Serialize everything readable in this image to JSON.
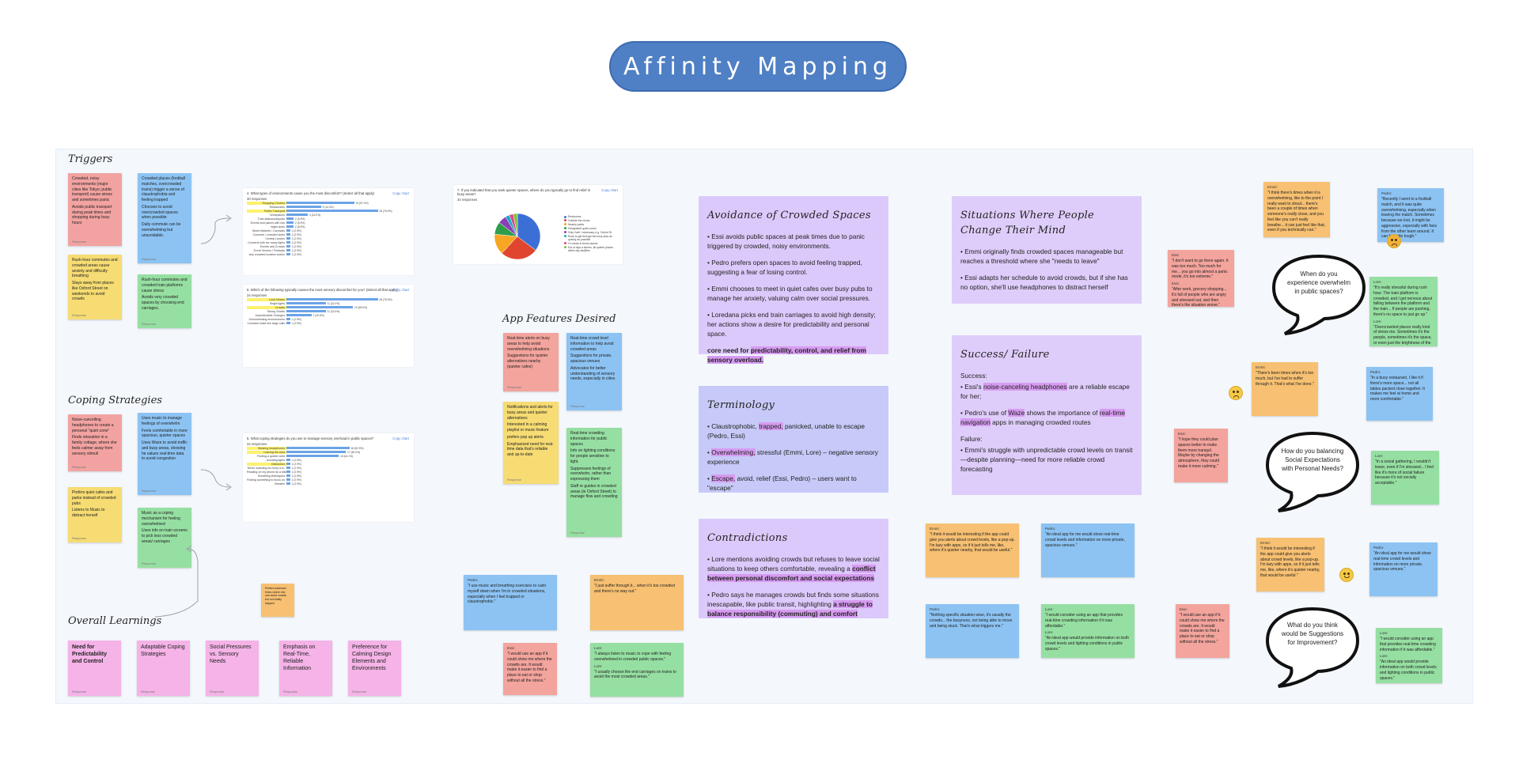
{
  "title": "Affinity Mapping",
  "sections": {
    "triggers": "Triggers",
    "coping": "Coping Strategies",
    "learnings": "Overall Learnings",
    "features": "App Features Desired"
  },
  "notes": {
    "t1": "Crowded, noisy environments (major cities like Tokyo; public transport) cause stress and sometimes panic",
    "t1b": "Avoids public transport during peak times and shopping during busy hours",
    "t2": "Crowded places (football matches, overcrowded trains) trigger a sense of claustrophobia and feeling trapped",
    "t2b": "Chooses to avoid overcrowded spaces when possible",
    "t2c": "Daily commute can be overwhelming but unavoidable.",
    "t3": "Rush-hour commutes and crowded areas cause anxiety and difficulty breathing",
    "t3b": "Stays away from places like Oxford Street on weekends to avoid crowds",
    "t4": "Rush-hour commutes and crowded train platforms cause stress",
    "t4b": "Avoids very crowded spaces by choosing end carriages.",
    "c1": "Noise-cancelling headphones to create a personal \"quiet zone\"",
    "c1b": "Finds relaxation in a family cottage, where she feels calmer away from sensory stimuli",
    "c2": "Uses music to manage feelings of overwhelm",
    "c2b": "Feels comfortable in more spacious, quieter spaces",
    "c2c": "Uses Waze to avoid traffic and busy areas, showing he values real-time data to avoid congestion",
    "c3": "Prefers quiet cafes and parks instead of crowded pubs",
    "c3b": "Listens to Music to distract herself",
    "c4": "Music as a coping mechanism for feeling overwhelmed",
    "c4b": "Uses info on train screens to pick less crowded areas/ carriages",
    "c5": "Prefers balanced times where she can avoid crowds but not totally trapped",
    "f1": "Real-time alerts on busy areas to help avoid overwhelming situations",
    "f1b": "Suggestions for quieter alternatives nearby (quieter cafes)",
    "f2": "Real-time crowd level information to help avoid crowded areas",
    "f2b": "Suggestions for private, spacious venues",
    "f2c": "Advocates for better understanding of sensory needs, especially in cities",
    "f3": "Notifications and alerts for busy areas and quieter alternatives",
    "f3b": "Interested in a calming playlist or music feature",
    "f3c": "prefers pop up alerts",
    "f3d": "Emphasized need for real-time data that's reliable and up-to-date",
    "f4": "Real-time crowding information for public spaces",
    "f4b": "Info on lighting conditions for people sensitive to light.",
    "f4c": "Suppresses feelings of overwhelm, rather than expressing them",
    "f4d": "Staff or guides in crowded areas (ie Oxford Street) to manage flow and crowding"
  },
  "learnings": [
    "Need for Predictability and Control",
    "Adaptable Coping Strategies",
    "Social Pressures vs. Sensory Needs",
    "Emphasis on Real-Time, Reliable Information",
    "Preference for Calming Design Elements and Environments"
  ],
  "surveys": {
    "s1": {
      "q": "4. What types of environments cause you the most discomfort? (Select all that apply)",
      "n": "30 responses",
      "copy": "Copy chart",
      "rows": [
        [
          "Shopping Centers",
          "19 (57.0%)",
          57,
          true
        ],
        [
          "Restaurants",
          "9 (14.3%)",
          29,
          false
        ],
        [
          "Public Transport",
          "26 (76.5%)",
          77,
          true
        ],
        [
          "Workplaces",
          "4 (15.2%)",
          18,
          false
        ],
        [
          "Train stations/airports",
          "2 (5.9%)",
          6,
          false
        ],
        [
          "Events and places with lots",
          "2 (5.9%)",
          6,
          false
        ],
        [
          "Night clubs",
          "2 (5.9%)",
          6,
          false
        ],
        [
          "Street Markets / Carnivals",
          "1 (2.9%)",
          3,
          false
        ],
        [
          "Concerts / crowded clubs",
          "1 (2.9%)",
          3,
          false
        ],
        [
          "Central London",
          "1 (2.9%)",
          3,
          false
        ],
        [
          "Concerts with too many lights",
          "1 (2.9%)",
          3,
          false
        ],
        [
          "Events and Crowds",
          "1 (2.9%)",
          3,
          false
        ],
        [
          "Event Venues / Festivals",
          "1 (2.9%)",
          3,
          false
        ],
        [
          "Any crowded location and/or",
          "1 (2.9%)",
          3,
          false
        ]
      ]
    },
    "s2": {
      "q": "6. Which of the following typically causes the most sensory discomfort for you? (Select all that apply)",
      "n": "34 responses",
      "copy": "Copy chart",
      "rows": [
        [
          "Loud Noises",
          "26 (76.5%)",
          77,
          true
        ],
        [
          "Bright lights",
          "11 (32.4%)",
          33,
          false
        ],
        [
          "Crowds",
          "19 (55.9%)",
          56,
          true
        ],
        [
          "Strong Smells",
          "11 (32.4%)",
          33,
          false
        ],
        [
          "Unpredictable Changes",
          "7 (20.6%)",
          21,
          false
        ],
        [
          "Overwhelming environments",
          "1 (2.9%)",
          3,
          false
        ],
        [
          "Constant noise like large calls",
          "1 (2.9%)",
          3,
          false
        ]
      ]
    },
    "s3": {
      "q": "5. What coping strategies do you use to manage sensory overload in public spaces?",
      "n": "34 responses",
      "copy": "Copy chart",
      "rows": [
        [
          "Wearing headphones",
          "18 (52.9%)",
          53,
          true
        ],
        [
          "Leaving the area",
          "17 (50.0%)",
          50,
          true
        ],
        [
          "Finding a quieter area",
          "15 (44.1%)",
          44,
          false
        ],
        [
          "Avoiding lights",
          "1 (2.9%)",
          3,
          false
        ],
        [
          "Distraction",
          "1 (2.9%)",
          3,
          true
        ],
        [
          "Never watching too busy a.m.",
          "1 (2.9%)",
          3,
          false
        ],
        [
          "Reading on my phone as a dist.",
          "1 (2.9%)",
          3,
          false
        ],
        [
          "Breathing techniques",
          "1 (2.9%)",
          3,
          false
        ],
        [
          "Finding something to focus on",
          "1 (2.9%)",
          3,
          false
        ],
        [
          "Breathe",
          "1 (2.9%)",
          3,
          false
        ]
      ]
    },
    "s4": {
      "q": "7. If you indicated that you seek quieter spaces, where do you typically go to find relief in busy areas?",
      "n": "34 responses",
      "copy": "Copy chart",
      "legend": [
        "Restrooms",
        "Outside the venue",
        "Nearby parks",
        "Designated quiet rooms",
        "Only Café I necessary e.g. Oxford St",
        "Rush to get through the busy area as quickly as possible",
        "I'm rarely in those places",
        "Era of lays a stories, all quieter places within city facilities"
      ],
      "pie": [
        35.3,
        26.5,
        14.7,
        8.8,
        5.9,
        2.9,
        2.9,
        2.9
      ],
      "pie_colors": [
        "#3b6fd6",
        "#e0462f",
        "#f6a623",
        "#2e9e4a",
        "#8b3fb6",
        "#1fa5c7",
        "#d94a8b",
        "#7fbf3c"
      ]
    }
  },
  "themes": {
    "avoid": {
      "title": "Avoidance of Crowded Spaces",
      "p1": "Essi avoids public spaces at peak times due to panic triggered by crowded, noisy environments.",
      "p2": "Pedro prefers open spaces to avoid feeling trapped, suggesting a fear of losing control.",
      "p3": "Emmi chooses to meet in quiet cafes over busy pubs to manage her anxiety, valuing calm over social pressures.",
      "p4": "Loredana picks end train carriages to avoid high density; her actions show a desire for predictability and personal space.",
      "p5a": "core need for ",
      "p5b": "predictability, control, and relief from sensory overload."
    },
    "term": {
      "title": "Terminology",
      "p1a": "Claustrophobic, ",
      "p1b": "trapped,",
      "p1c": " panicked,  unable to escape (Pedro, Essi)",
      "p2a": "Overwhelming,",
      "p2b": " stressful (Emmi, Lore) – negative sensory experience",
      "p3a": "Escape,",
      "p3b": " avoid, relief (Essi, Pedro) – users want to \"escape\""
    },
    "contra": {
      "title": "Contradictions",
      "p1a": "Lore mentions avoiding crowds but refuses to leave social situations to keep others comfortable, revealing a ",
      "p1b": "conflict between personal discomfort and social expectations",
      "p2a": "Pedro says he manages crowds but finds some situations inescapable, like public transit, highlighting ",
      "p2b": "a struggle to balance responsibility (commuting) and comfort"
    },
    "change": {
      "title": "Situations Where People Change Their Mind",
      "p1": "Emmi originally finds crowded spaces manageable but reaches a threshold where she \"needs to leave\"",
      "p2": "Essi adapts her schedule to avoid crowds, but if she has no option, she'll use headphones to distract herself"
    },
    "success": {
      "title": "Success/ Failure",
      "s": "Success:",
      "p1a": "Essi's ",
      "p1b": "noise-canceling headphones",
      "p1c": " are a reliable escape for her;",
      "p2a": "Pedro's use of ",
      "p2b": "Waze",
      "p2c": " shows the importance of ",
      "p2d": "real-time navigation",
      "p2e": " apps in managing crowded routes",
      "f": "Failure:",
      "p3": "Emmi's struggle with unpredictable crowd levels on transit—despite planning—need for more reliable crowd forecasting"
    }
  },
  "quotes": {
    "q1n": "Pedro:",
    "q1": "\"I use music and breathing exercises to calm myself down when I'm in crowded situations, especially when I feel trapped or claustrophobic.\"",
    "q2n": "Emmi:",
    "q2": "\"I just suffer through it... when it's too crowded and there's no way out.\"",
    "q3n": "Essi:",
    "q3": "\"I would use an app if it could show me where the crowds are. It would make it easier to find a place to eat or shop without all the stress.\"",
    "q4n": "Lore:",
    "q4": "\"I always listen to music to cope with feeling overwhelmed in crowded public spaces.\"",
    "q4bn": "Lore:",
    "q4b": "\"I usually choose the end carriages on trains to avoid the most crowded areas.\"",
    "q5n": "Emmi:",
    "q5": "\"I think it would be interesting if the app could give you alerts about crowd levels, like a pop-up. I'm lazy with apps, so if it just tells me, like, where it's quieter nearby, that would be useful.\"",
    "q6n": "Pedro:",
    "q6": "\"An ideal app for me would show real-time crowd levels and information on more private, spacious venues.\"",
    "q7n": "Pedro:",
    "q7": "\"Nothing specific situation-wise, it's usually the crowds... the busyness, not being able to move and being stuck. That's what triggers me.\"",
    "q8n": "Lore:",
    "q8": "\"I would consider using an app that provides real-time crowding information if it was affordable.\"",
    "q8bn": "Lore:",
    "q8b": "\"An ideal app would provide information on both crowd levels and lighting conditions in public spaces.\"",
    "r1n": "Emmi:",
    "r1": "\"I think there's times when it is overwhelming, like to the point I really want to shout... there's been a couple of times when someone's really close, and you feel like you can't really breathe... it can just feel like that, even if you technically can.\"",
    "r2n": "Pedro:",
    "r2": "\"Recently I went to a football match, and it was quite overwhelming, especially when leaving the match. Sometimes because we lost, it might be aggressive, especially with fans from the other team around. It can be quite tough.\"",
    "r3n": "Essi:",
    "r3": "\"I don't want to go there again. It was too much. Too much for me... you go into almost a panic mode, it's too extreme.\"",
    "r3bn": "Essi:",
    "r3b": "\"After work, grocery shopping... it's full of people who are angry and stressed out, and then there's the situation worse.\"",
    "r4n": "Lore:",
    "r4": "\"It's really stressful during rush hour. The train platform is crowded, and I get nervous about falling between the platform and the train... If people are pushing, there's no space to just go up.\"",
    "r4bn": "Lore:",
    "r4b": "\"Overcrowded places really kind of stress me. Sometimes it's the people, sometimes it's the space, or even just the brightness of the lights.\"",
    "r5n": "Emmi:",
    "r5": "\"There's been times when it's too much, but I've had to suffer through it. That's what I've done.\"",
    "r6n": "Pedro:",
    "r6": "\"In a busy restaurant, I like it if there's more space... not all tables packed close together. It makes me feel at home and more comfortable.\"",
    "r7n": "Essi:",
    "r7": "\"I hope they could plan spaces better to make them more tranquil. Maybe by changing the atmosphere, they could make it more calming.\"",
    "r8n": "Lore:",
    "r8": "\"In a social gathering, I wouldn't leave, even if I'm stressed... I feel like it's more of social failure because it's not socially acceptable.\"",
    "r9n": "Emmi:",
    "r9": "\"I think it would be interesting if the app could give you alerts about crowd levels, like a pop-up. I'm lazy with apps, so if it just tells me, like, where it's quieter nearby, that would be useful.\"",
    "r10n": "Pedro:",
    "r10": "\"An ideal app for me would show real-time crowd levels and information on more private, spacious venues.\"",
    "r11n": "Essi:",
    "r11": "\"I would use an app if it could show me where the crowds are. It would make it easier to find a place to eat or shop without all the stress.\"",
    "r12n": "Lore:",
    "r12": "\"I would consider using an app that provides real-time crowding information if it was affordable.\"",
    "r12bn": "Lore:",
    "r12b": "\"An ideal app would provide information on both crowd levels and lighting conditions in public spaces.\""
  },
  "bubbles": {
    "b1": "When do you experience overwhelm in public spaces?",
    "b2": "How do you balancing Social Expectations with Personal Needs?",
    "b3": "What do you think would be Suggestions for Improvement?"
  },
  "note_tag": "Response"
}
